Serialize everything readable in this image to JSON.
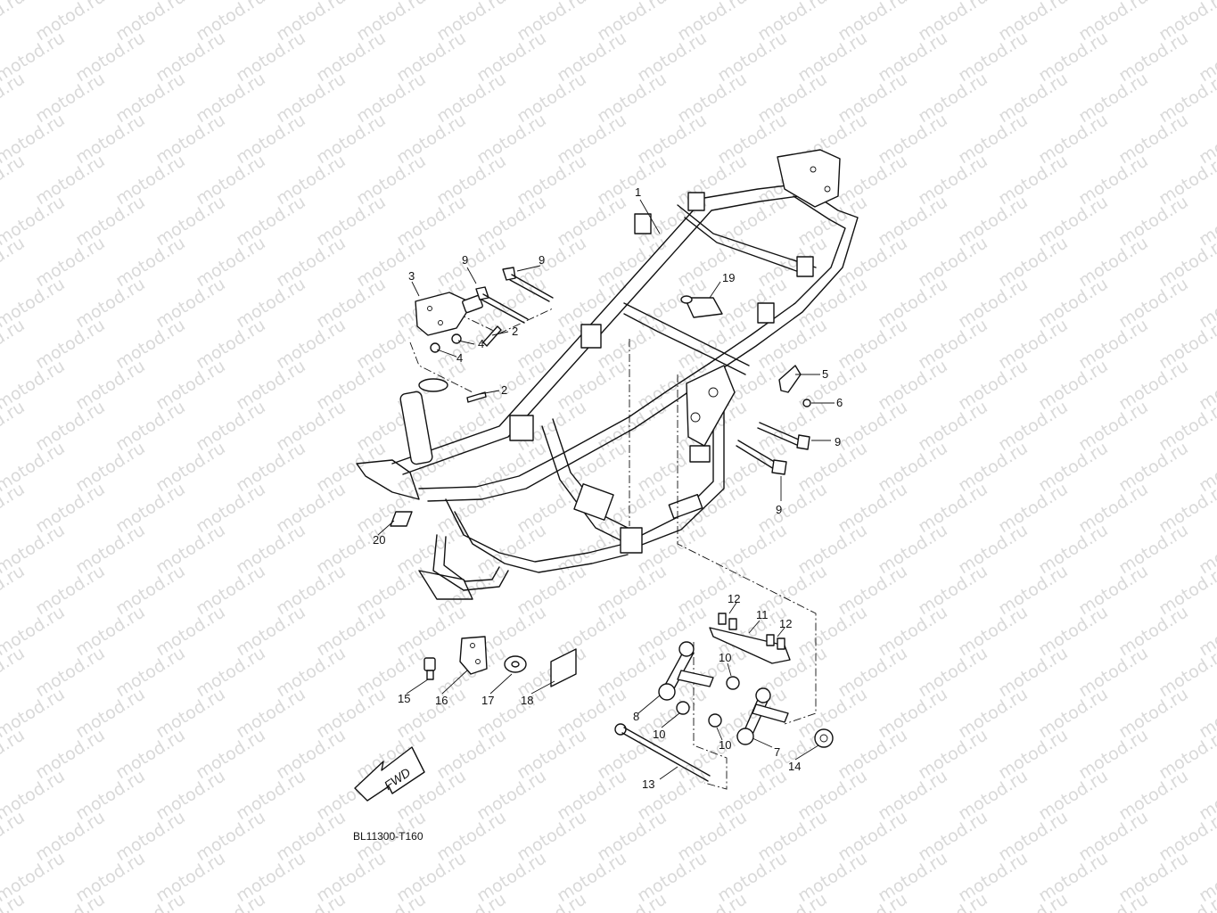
{
  "watermark": {
    "text": "motod.ru",
    "color": "#d9d9d9"
  },
  "diagram_code": "BL11300-T160",
  "direction_arrow": "FWD",
  "callouts": [
    {
      "id": "c1",
      "text": "1"
    },
    {
      "id": "c2a",
      "text": "2"
    },
    {
      "id": "c2b",
      "text": "2"
    },
    {
      "id": "c3",
      "text": "3"
    },
    {
      "id": "c4a",
      "text": "4"
    },
    {
      "id": "c4b",
      "text": "4"
    },
    {
      "id": "c5",
      "text": "5"
    },
    {
      "id": "c6",
      "text": "6"
    },
    {
      "id": "c7",
      "text": "7"
    },
    {
      "id": "c8",
      "text": "8"
    },
    {
      "id": "c9a",
      "text": "9"
    },
    {
      "id": "c9b",
      "text": "9"
    },
    {
      "id": "c9c",
      "text": "9"
    },
    {
      "id": "c9d",
      "text": "9"
    },
    {
      "id": "c10a",
      "text": "10"
    },
    {
      "id": "c10b",
      "text": "10"
    },
    {
      "id": "c10c",
      "text": "10"
    },
    {
      "id": "c11",
      "text": "11"
    },
    {
      "id": "c12a",
      "text": "12"
    },
    {
      "id": "c12b",
      "text": "12"
    },
    {
      "id": "c13",
      "text": "13"
    },
    {
      "id": "c14",
      "text": "14"
    },
    {
      "id": "c15",
      "text": "15"
    },
    {
      "id": "c16",
      "text": "16"
    },
    {
      "id": "c17",
      "text": "17"
    },
    {
      "id": "c18",
      "text": "18"
    },
    {
      "id": "c19",
      "text": "19"
    },
    {
      "id": "c20",
      "text": "20"
    }
  ]
}
